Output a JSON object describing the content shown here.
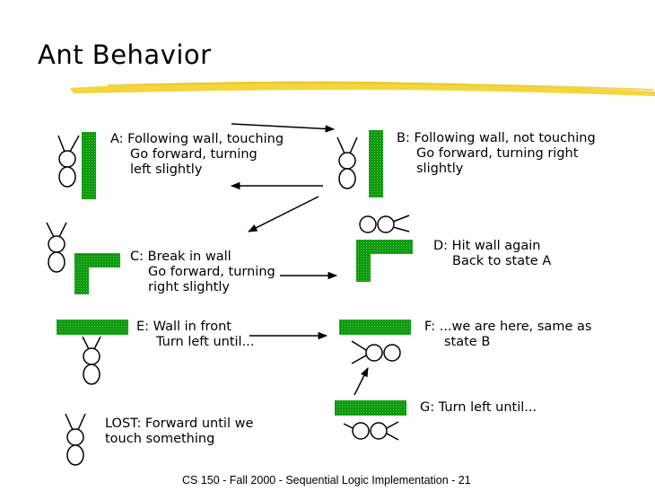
{
  "title": "Ant Behavior",
  "colors": {
    "wall": "#119911",
    "wall_dots": "#33cc33",
    "highlight": "#f2d22a"
  },
  "states": {
    "A": {
      "line1": "A: Following wall, touching",
      "line2": "Go forward, turning",
      "line3": "left slightly"
    },
    "B": {
      "line1": "B: Following wall, not touching",
      "line2": "Go forward, turning right",
      "line3": "slightly"
    },
    "C": {
      "line1": "C: Break in wall",
      "line2": "Go forward, turning",
      "line3": "right slightly"
    },
    "D": {
      "line1": "D: Hit wall again",
      "line2": "Back to state A"
    },
    "E": {
      "line1": "E: Wall in front",
      "line2": "Turn left until..."
    },
    "F": {
      "line1": "F: ...we are here, same as",
      "line2": "state B"
    },
    "G": {
      "line1": "G: Turn left until..."
    },
    "LOST": {
      "line1": "LOST: Forward until we",
      "line2": "touch something"
    }
  },
  "footer": "CS 150 - Fall 2000 - Sequential Logic Implementation - 21"
}
